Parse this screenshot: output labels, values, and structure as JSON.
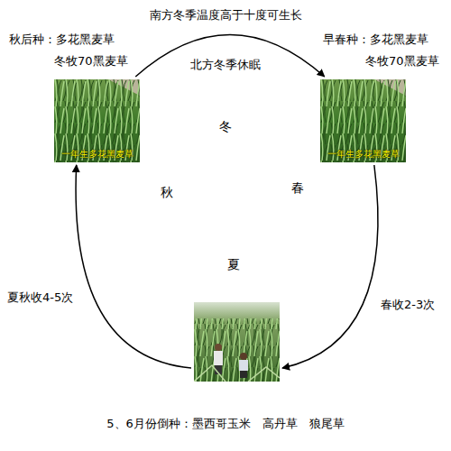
{
  "diagram": {
    "nodes": [
      {
        "text": [
          "秋后种：多花黑麦草",
          "冬牧70黑麦草",
          "一年生多花黑麦草"
        ]
      },
      {
        "text": [
          "早春种：多花黑麦草",
          "冬牧70黑麦草",
          "一年生多花黑麦草"
        ]
      },
      {
        "text": [
          "5、6月份倒种：墨西哥玉米　高丹草　狼尾草"
        ]
      }
    ],
    "edges": [
      {
        "from": 0,
        "to": 1,
        "arrow": "to",
        "label": "南方冬季温度高于十度可生长"
      },
      {
        "from": 1,
        "to": 2,
        "arrow": "to",
        "label": "春收2-3次"
      },
      {
        "from": 2,
        "to": 0,
        "arrow": "to",
        "label": "夏秋收4-5次"
      }
    ],
    "labels": [
      "北方冬季休眠",
      "冬",
      "秋",
      "春",
      "夏"
    ]
  }
}
